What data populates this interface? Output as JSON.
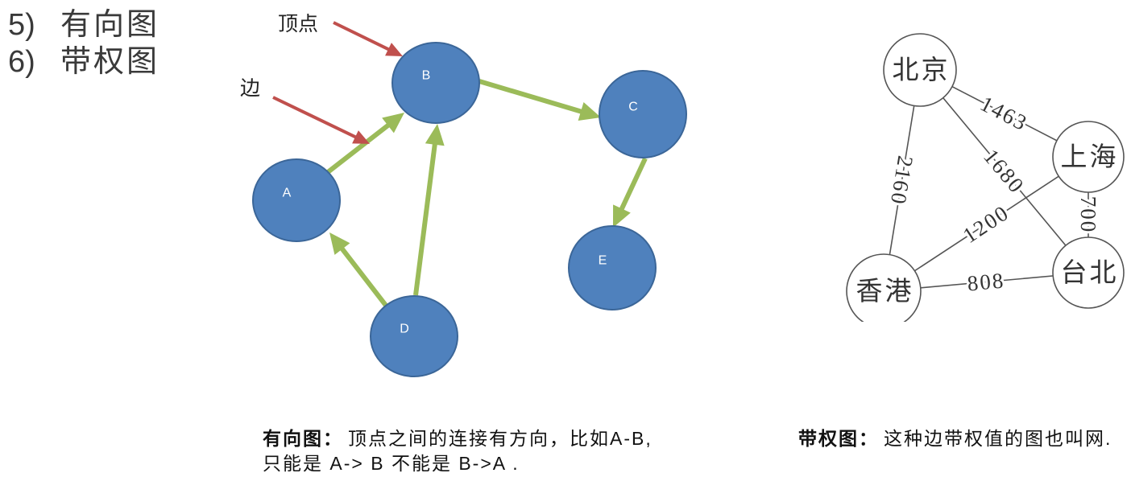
{
  "heading": {
    "items": [
      {
        "number": "5)",
        "label": "有向图"
      },
      {
        "number": "6)",
        "label": "带权图"
      }
    ]
  },
  "directed_graph": {
    "vertex_annotation": "顶点",
    "edge_annotation": "边",
    "nodes": [
      {
        "label": "A"
      },
      {
        "label": "B"
      },
      {
        "label": "C"
      },
      {
        "label": "D"
      },
      {
        "label": "E"
      }
    ],
    "edges": [
      {
        "from": 0,
        "to": 1
      },
      {
        "from": 1,
        "to": 2
      },
      {
        "from": 2,
        "to": 4
      },
      {
        "from": 3,
        "to": 0
      },
      {
        "from": 3,
        "to": 1
      }
    ],
    "node_fill_color": "#4f81bd",
    "node_border_color": "#3b6698",
    "node_label_color": "#ffffff",
    "edge_color": "#9bbb59",
    "annotation_color": "#c0504d"
  },
  "weighted_graph": {
    "nodes": [
      {
        "label": "北京"
      },
      {
        "label": "上海"
      },
      {
        "label": "台北"
      },
      {
        "label": "香港"
      }
    ],
    "edges": [
      {
        "between": [
          0,
          1
        ],
        "weight": 1463
      },
      {
        "between": [
          0,
          2
        ],
        "weight": 1680
      },
      {
        "between": [
          0,
          3
        ],
        "weight": 2160
      },
      {
        "between": [
          1,
          2
        ],
        "weight": 700
      },
      {
        "between": [
          3,
          1
        ],
        "weight": 1200
      },
      {
        "between": [
          3,
          2
        ],
        "weight": 808
      }
    ],
    "line_color": "#555555",
    "text_color": "#333333"
  },
  "captions": {
    "directed": {
      "term": "有向图：",
      "line1": "顶点之间的连接有方向，比如A-B,",
      "line2": "只能是 A-> B 不能是 B->A ."
    },
    "weighted": {
      "term": "带权图：",
      "text": "这种边带权值的图也叫网."
    }
  }
}
